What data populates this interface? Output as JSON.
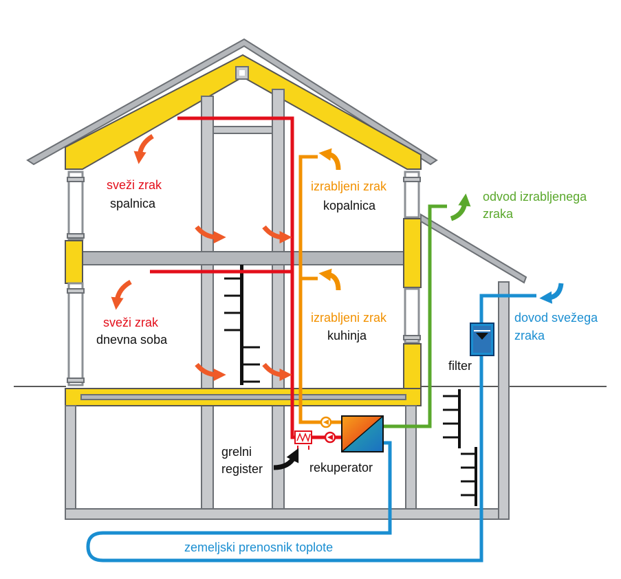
{
  "labels": {
    "bedroom_fresh_air": "sveži zrak",
    "bedroom": "spalnica",
    "bathroom_exhaust_air": "izrabljeni zrak",
    "bathroom": "kopalnica",
    "exhaust_outlet_line1": "odvod izrabljenega",
    "exhaust_outlet_line2": "zraka",
    "living_fresh_air": "sveži zrak",
    "living_room": "dnevna soba",
    "kitchen_exhaust_air": "izrabljeni zrak",
    "kitchen": "kuhinja",
    "fresh_inlet_line1": "dovod svežega",
    "fresh_inlet_line2": "zraka",
    "filter": "filter",
    "heater_line1": "grelni",
    "heater_line2": "register",
    "recuperator": "rekuperator",
    "ground_heat_exchanger": "zemeljski prenosnik toplote"
  },
  "colors": {
    "fresh_air": "#e30f1b",
    "exhaust_air": "#f29100",
    "exhaust_outlet": "#5aa82c",
    "fresh_inlet": "#1a8ed1",
    "insulation": "#f8d519",
    "structure": "#b4b7bb"
  },
  "icons": {
    "recuperator": "heat-exchanger-icon",
    "filter": "filter-icon",
    "heater": "heating-register-icon",
    "pump": "pump-icon"
  }
}
